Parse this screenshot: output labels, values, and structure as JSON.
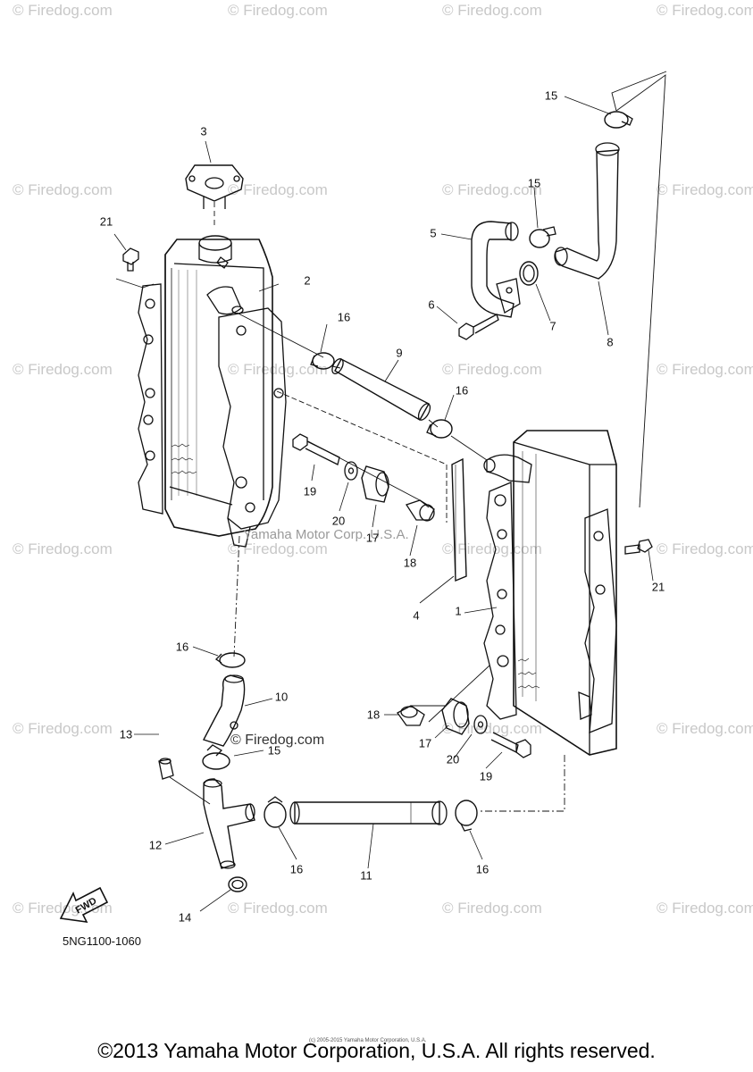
{
  "callouts": {
    "c1": "1",
    "c2": "2",
    "c3": "3",
    "c4": "4",
    "c5": "5",
    "c6": "6",
    "c7": "7",
    "c8": "8",
    "c9": "9",
    "c10": "10",
    "c11": "11",
    "c12": "12",
    "c13": "13",
    "c14": "14",
    "c15a": "15",
    "c15b": "15",
    "c15c": "15",
    "c16a": "16",
    "c16b": "16",
    "c16c": "16",
    "c16d": "16",
    "c16e": "16",
    "c17a": "17",
    "c17b": "17",
    "c18a": "18",
    "c18b": "18",
    "c19a": "19",
    "c19b": "19",
    "c20a": "20",
    "c20b": "20",
    "c21a": "21",
    "c21b": "21"
  },
  "watermark": "© Firedog.com",
  "inline_brand": "© Firedog.com",
  "center_mark": "Yamaha Motor Corp. U.S.A.",
  "direction_label": "FWD",
  "part_code": "5NG1100-1060",
  "tiny_copyright": "(c) 2005-2015 Yamaha Motor Corporation, U.S.A.",
  "copyright": "©2013 Yamaha Motor Corporation, U.S.A. All rights reserved."
}
